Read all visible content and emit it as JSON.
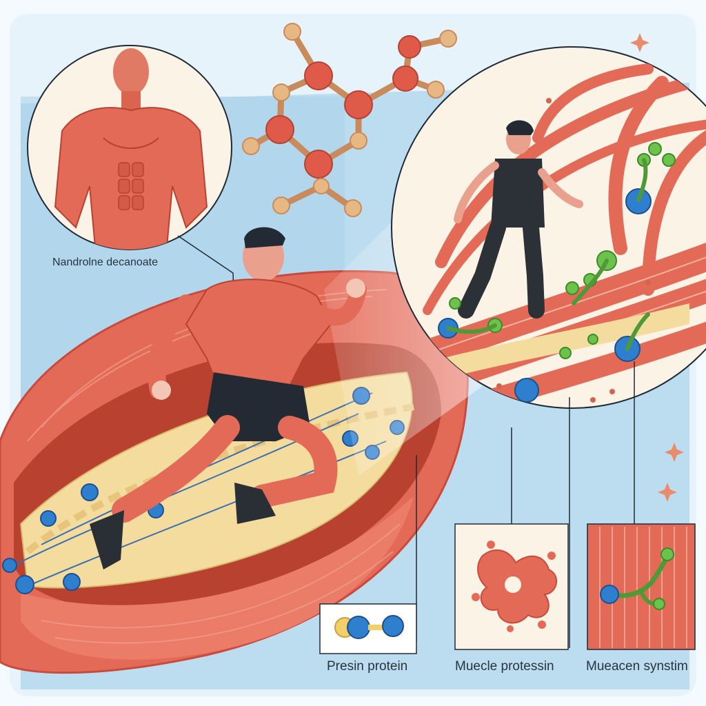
{
  "labels": {
    "nandrolone": "Nandrolne decanoate",
    "protein": "Presin protein",
    "muscle_proteasin": "Muecle protessin",
    "synthesis": "Mueacen synstim"
  },
  "icons": [
    "molecule-icon",
    "torso-muscle-icon",
    "running-man-icon",
    "walking-man-icon",
    "sparkle-icon"
  ],
  "colors": {
    "background": "#cfe6f4",
    "muscle": "#e46a58",
    "muscle_dark": "#c94a3d",
    "fat": "#f4dc9e",
    "atom_red": "#df5a48",
    "atom_tan": "#e8b884",
    "bead_blue": "#2f7fcf",
    "bead_green": "#6cc24a",
    "panel_cream": "#fbf3e6"
  }
}
